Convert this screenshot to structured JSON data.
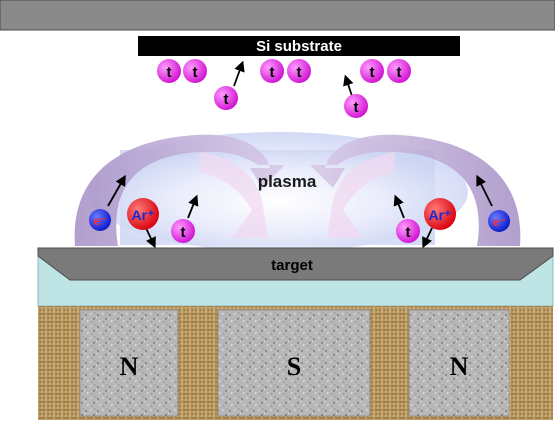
{
  "substrate": {
    "label": "Si substrate"
  },
  "plasma": {
    "label": "plasma"
  },
  "target": {
    "label": "target"
  },
  "magnets": [
    {
      "label": "N"
    },
    {
      "label": "S"
    },
    {
      "label": "N"
    }
  ],
  "particles": {
    "target_atom": "t",
    "argon_ion": "Ar⁺",
    "electron": "e⁻"
  },
  "colors": {
    "top_plate": "#8a8a8a",
    "substrate": "#000000",
    "target_atom": "#e020e0",
    "argon_ion": "#e0101a",
    "electron": "#1020d8",
    "target": "#7a7a7a",
    "backing_plate": "#bfe4e6",
    "magnet_housing": "#b8955c",
    "magnet": "#b4b4b4",
    "plasma_arch": "#b7a3d2"
  }
}
